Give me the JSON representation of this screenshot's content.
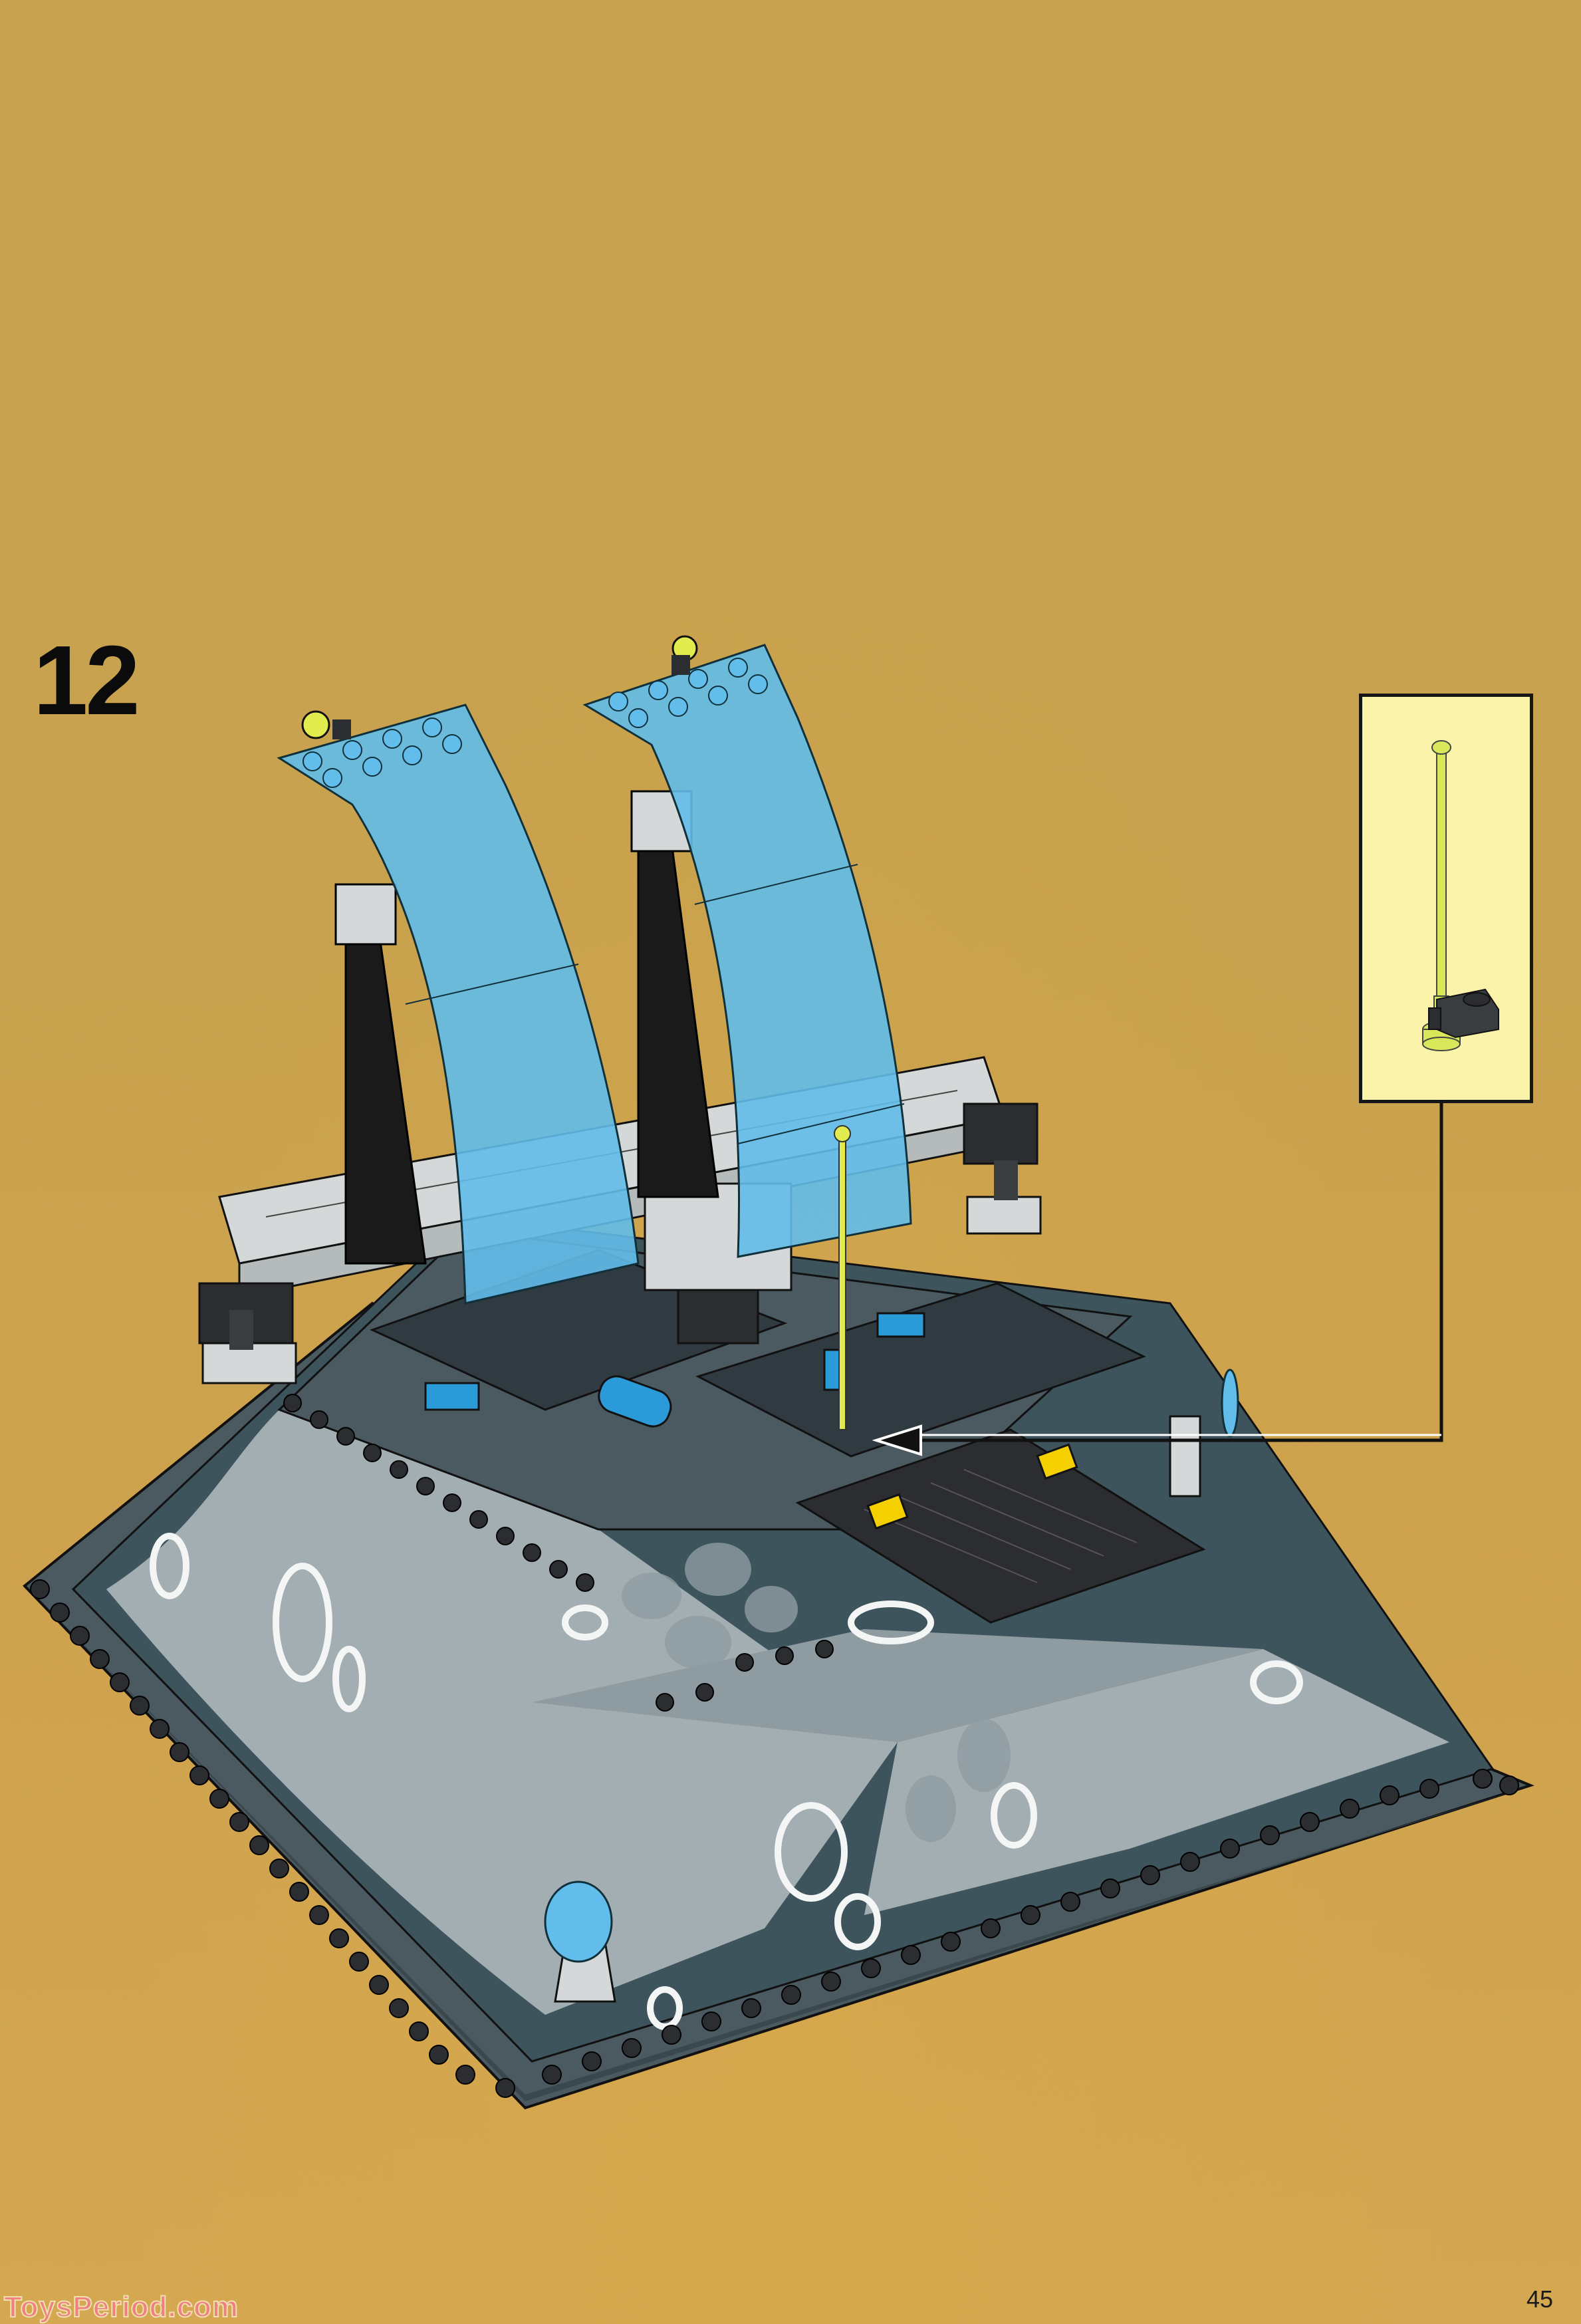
{
  "page": {
    "step_number": "12",
    "page_number": "45",
    "watermark": "ToysPeriod.com"
  },
  "callout": {
    "parts": [
      {
        "name": "antenna-with-base",
        "color": "#D8E85A"
      },
      {
        "name": "plate-1x1-with-clip",
        "color": "#3A3D40"
      }
    ],
    "background": "#FBF3A9",
    "border": "#161616"
  },
  "colors": {
    "background": "#C9A14B",
    "sail_trans_blue": "#62BDEA",
    "base_light_grey": "#A3AEB3",
    "base_dark_slate": "#3E545C",
    "base_edge": "#4A5A60",
    "brick_black": "#2B2D30",
    "brick_light_grey": "#D5D8D8",
    "accent_blue": "#2A9AD8",
    "antenna_yellow": "#E3EC4E",
    "arrow_tile_yellow": "#F5D000"
  }
}
